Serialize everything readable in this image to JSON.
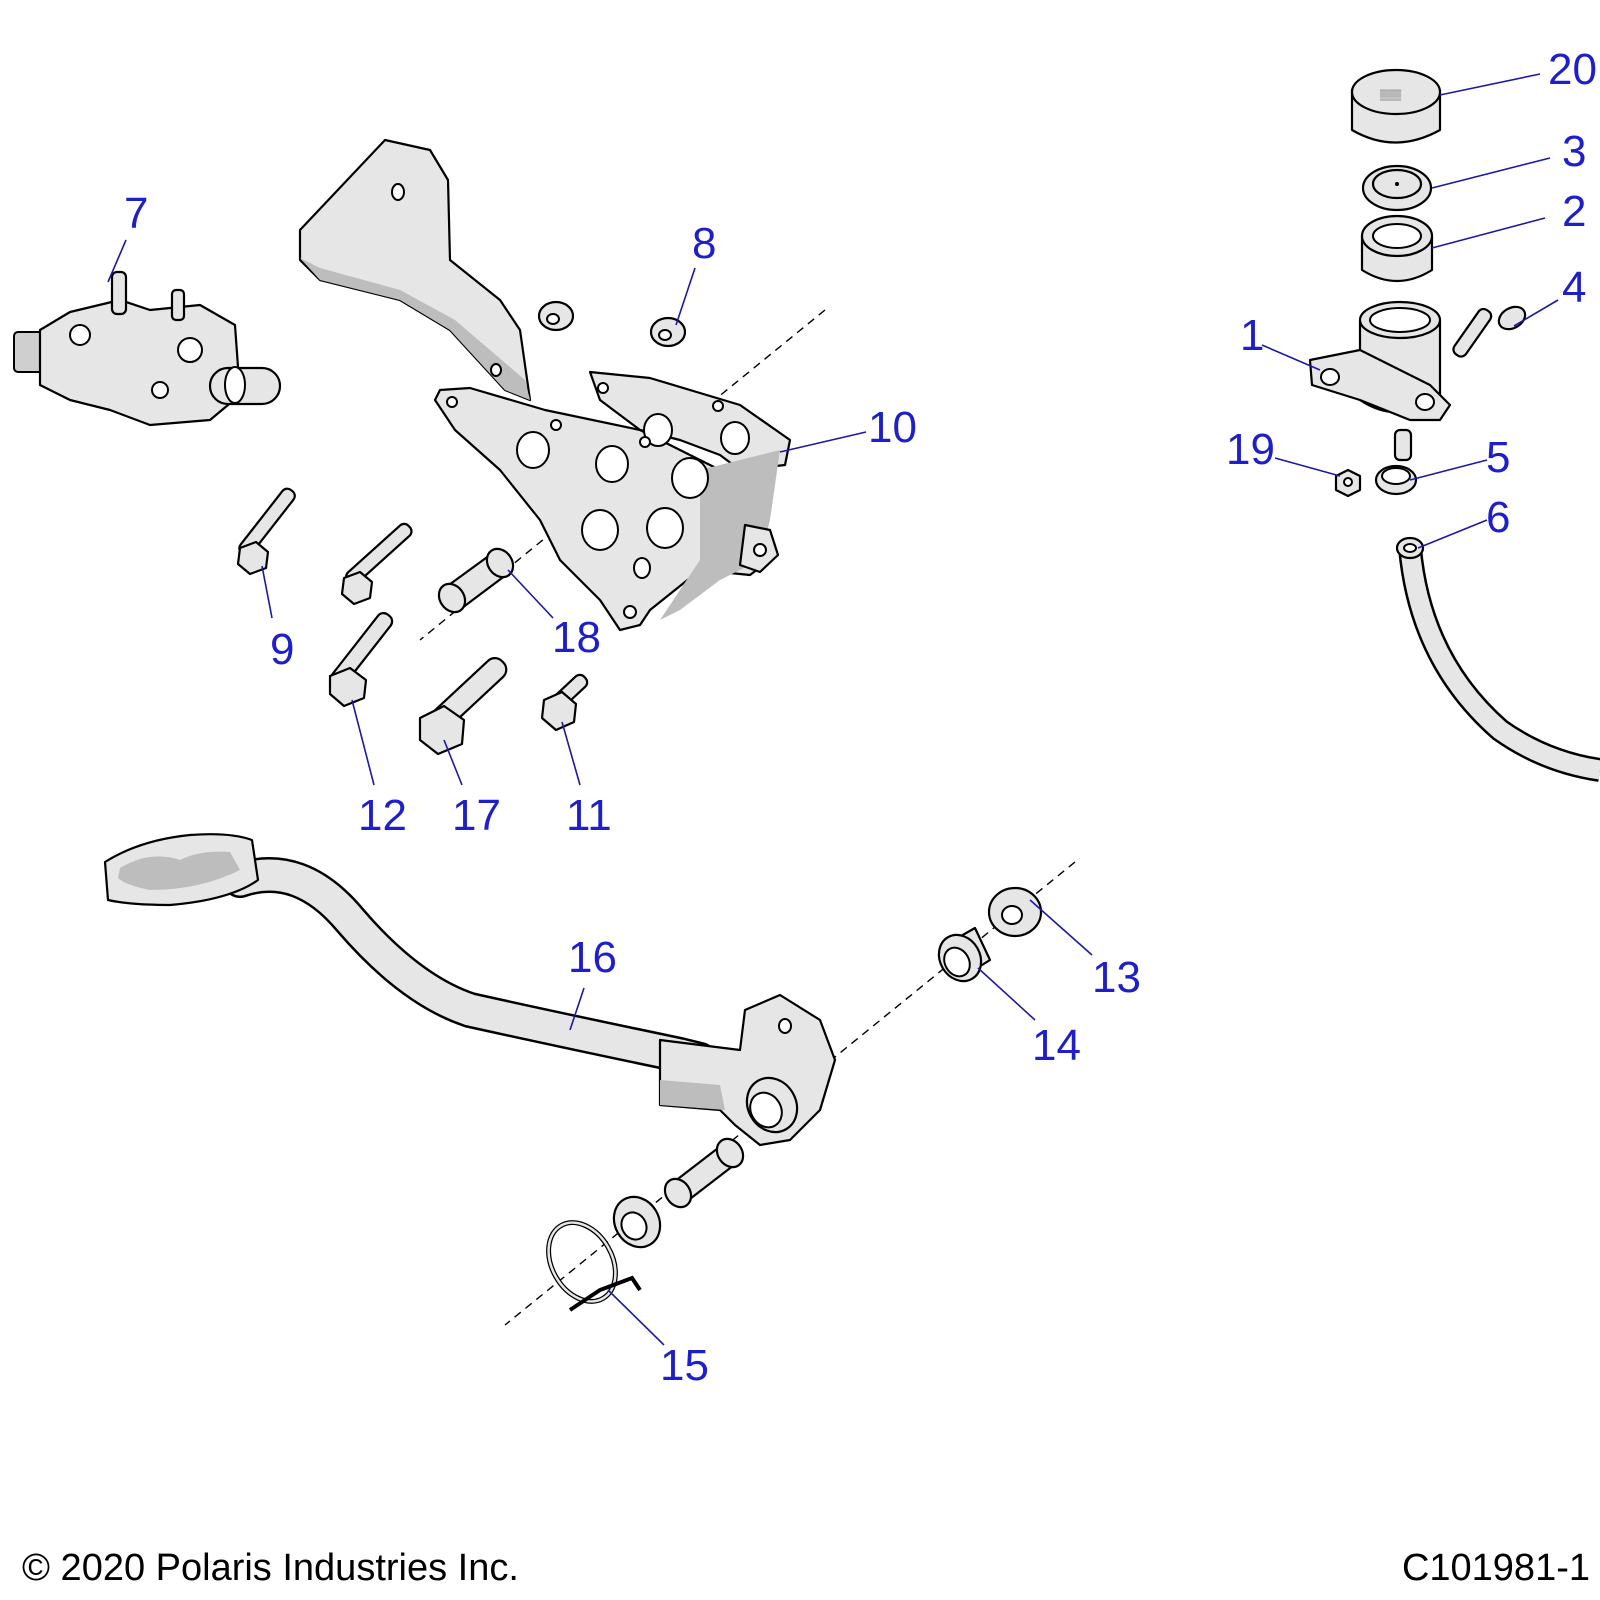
{
  "callouts": {
    "c1": "1",
    "c2": "2",
    "c3": "3",
    "c4": "4",
    "c5": "5",
    "c6": "6",
    "c7": "7",
    "c8": "8",
    "c9": "9",
    "c10": "10",
    "c11": "11",
    "c12": "12",
    "c13": "13",
    "c14": "14",
    "c15": "15",
    "c16": "16",
    "c17": "17",
    "c18": "18",
    "c19": "19",
    "c20": "20"
  },
  "footer": {
    "copyright": "© 2020 Polaris Industries Inc.",
    "figure_id": "C101981-1"
  },
  "colors": {
    "callout_text": "#1e1ecc",
    "leader_line": "#1a1aa6",
    "part_fill": "#e6e6e6"
  }
}
